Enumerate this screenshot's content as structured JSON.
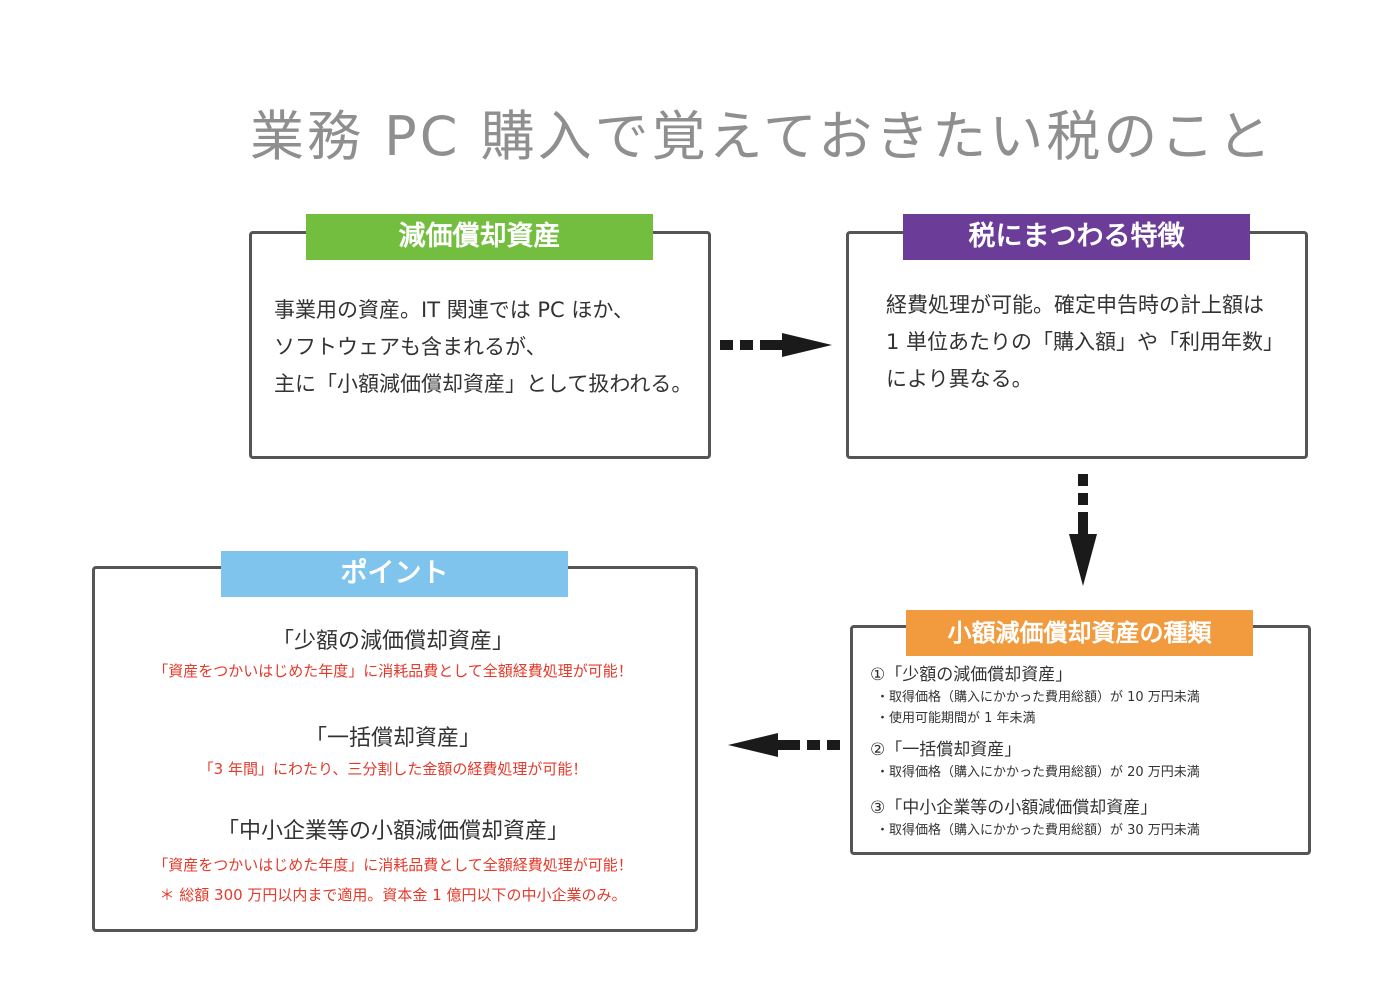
{
  "title": "業務 PC 購入で覚えておきたい税のこと",
  "colors": {
    "green": "#73bd3f",
    "purple": "#6b3c98",
    "orange": "#f29a3e",
    "blue": "#7ec4ec",
    "red": "#e43a2c",
    "title_gray": "#8f8f8f",
    "border": "#555555"
  },
  "box1": {
    "label": "減価償却資産",
    "lines": [
      "事業用の資産。IT 関連では PC ほか、",
      "ソフトウェアも含まれるが、",
      "主に「小額減価償却資産」として扱われる。"
    ]
  },
  "box2": {
    "label": "税にまつわる特徴",
    "lines": [
      "経費処理が可能。確定申告時の計上額は",
      "1 単位あたりの「購入額」や「利用年数」",
      "により異なる。"
    ]
  },
  "box3": {
    "label": "小額減価償却資産の種類",
    "items": [
      {
        "title": "①「少額の減価償却資産」",
        "notes": [
          "・取得価格（購入にかかった費用総額）が 10 万円未満",
          "・使用可能期間が 1 年未満"
        ]
      },
      {
        "title": "②「一括償却資産」",
        "notes": [
          "・取得価格（購入にかかった費用総額）が 20 万円未満"
        ]
      },
      {
        "title": "③「中小企業等の小額減価償却資産」",
        "notes": [
          "・取得価格（購入にかかった費用総額）が 30 万円未満"
        ]
      }
    ]
  },
  "box4": {
    "label": "ポイント",
    "sections": [
      {
        "title": "「少額の減価償却資産」",
        "notes": [
          "「資産をつかいはじめた年度」に消耗品費として全額経費処理が可能！"
        ]
      },
      {
        "title": "「一括償却資産」",
        "notes": [
          "「3 年間」にわたり、三分割した金額の経費処理が可能！"
        ]
      },
      {
        "title": "「中小企業等の小額減価償却資産」",
        "notes": [
          "「資産をつかいはじめた年度」に消耗品費として全額経費処理が可能！",
          "＊ 総額 300 万円以内まで適用。資本金 1 億円以下の中小企業のみ。"
        ]
      }
    ]
  }
}
